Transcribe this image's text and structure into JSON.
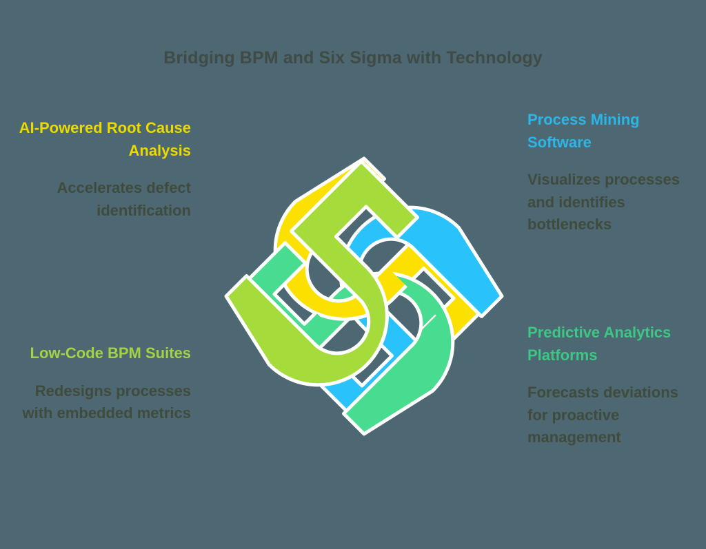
{
  "page": {
    "title": "Bridging BPM and Six Sigma with Technology",
    "background_color": "#4d6872",
    "body_text_color": "#3f4b3c",
    "title_color": "#3f4b44"
  },
  "graphic": {
    "name": "interlocking-four-strand-knot",
    "strands": [
      {
        "id": "yellow",
        "color": "#FCE100",
        "position": "top-left",
        "label_ref": "quadrants.0"
      },
      {
        "id": "blue",
        "color": "#29C2FA",
        "position": "top-right",
        "label_ref": "quadrants.1"
      },
      {
        "id": "lime",
        "color": "#A6DB3C",
        "position": "bottom-left",
        "label_ref": "quadrants.2"
      },
      {
        "id": "green",
        "color": "#48DC90",
        "position": "bottom-right",
        "label_ref": "quadrants.3"
      }
    ],
    "outline_color": "#ffffff"
  },
  "quadrants": [
    {
      "id": "ai-powered-root-cause-analysis",
      "position": "top-left",
      "align": "right",
      "heading": "AI-Powered Root Cause Analysis",
      "heading_color": "#ecd900",
      "body": "Accelerates defect identification"
    },
    {
      "id": "process-mining-software",
      "position": "top-right",
      "align": "left",
      "heading": "Process Mining Software",
      "heading_color": "#2ab6e8",
      "body": "Visualizes processes and identifies bottlenecks"
    },
    {
      "id": "low-code-bpm-suites",
      "position": "bottom-left",
      "align": "right",
      "heading": "Low-Code BPM Suites",
      "heading_color": "#a3d244",
      "body": "Redesigns processes with embedded metrics"
    },
    {
      "id": "predictive-analytics-platforms",
      "position": "bottom-right",
      "align": "left",
      "heading": "Predictive Analytics Platforms",
      "heading_color": "#3dc684",
      "body": "Forecasts deviations for proactive management"
    }
  ]
}
